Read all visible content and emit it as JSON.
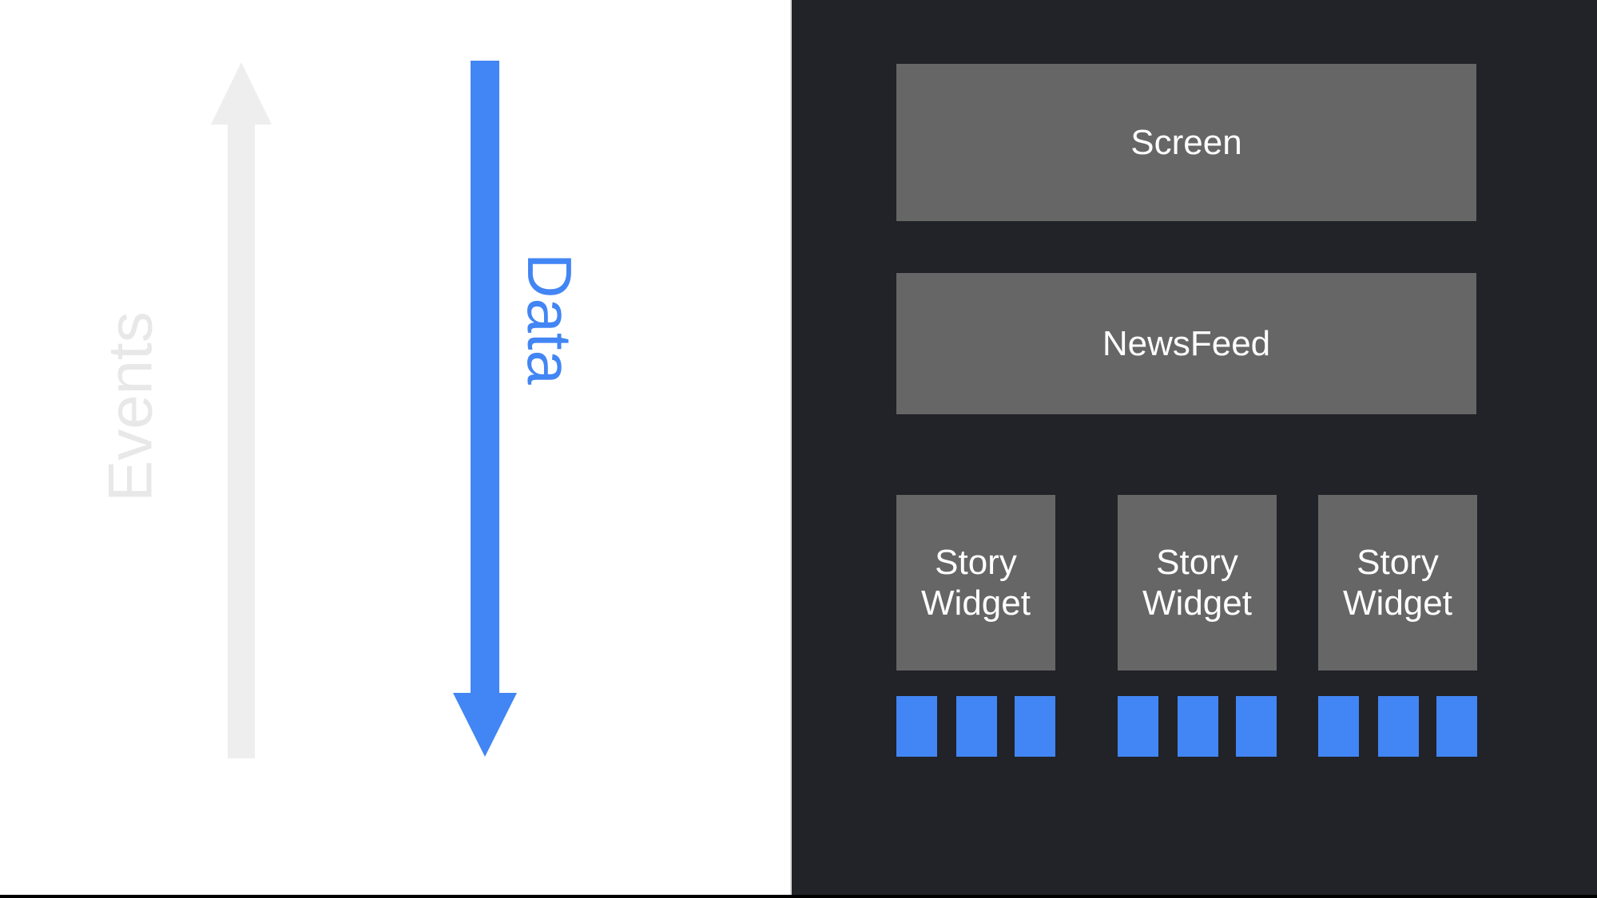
{
  "diagram": {
    "title_hidden": "",
    "left_pane": {
      "flows": [
        {
          "name": "events-flow",
          "label": "Events",
          "direction": "up",
          "color": "#e8e8e8",
          "icon": "arrow-up-icon"
        },
        {
          "name": "data-flow",
          "label": "Data",
          "direction": "down",
          "color": "#4285f4",
          "icon": "arrow-down-icon"
        }
      ]
    },
    "right_pane": {
      "background": "#212328",
      "node_fill": "#666666",
      "node_text_color": "#ffffff",
      "accent": "#4285f4",
      "nodes": [
        {
          "label": "Screen"
        },
        {
          "label": "NewsFeed"
        }
      ],
      "story_widgets": [
        {
          "label": "Story\nWidget",
          "line1": "Story",
          "line2": "Widget",
          "pips": 3
        },
        {
          "label": "Story\nWidget",
          "line1": "Story",
          "line2": "Widget",
          "pips": 3
        },
        {
          "label": "Story\nWidget",
          "line1": "Story",
          "line2": "Widget",
          "pips": 3
        }
      ]
    }
  }
}
